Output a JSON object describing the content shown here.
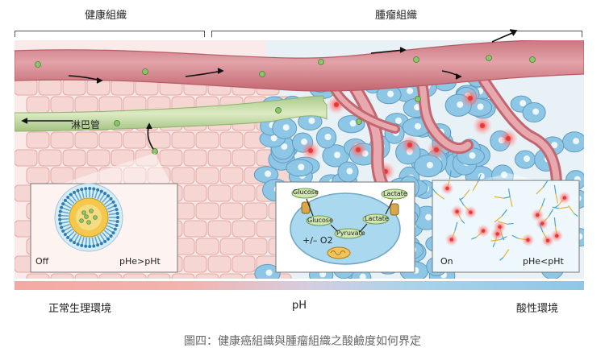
{
  "labels": {
    "normal_tissue": "健康組織",
    "tumor_tissue": "腫瘤組織",
    "lymph_vessel": "淋巴管",
    "left_env": "正常生理環境",
    "middle_axis": "pH",
    "right_env": "酸性環境",
    "caption": "圖四：健康癌組織與腫瘤組織之酸鹼度如何界定"
  },
  "micelle_box": {
    "state": "Off",
    "condition": "pHe>pHt"
  },
  "cell_box": {
    "glucose_in": "Glucose",
    "glucose": "Glucose",
    "pyruvate": "Pyruvate",
    "lactate": "Lactate",
    "lactate_out": "Lactate",
    "oxygen": "+/– O2"
  },
  "release_box": {
    "state": "On",
    "condition": "pHe<pHt"
  },
  "colors": {
    "vessel": "#d98a91",
    "lymph": "#c9dfa8",
    "normal_cell": "#f6d6d3",
    "tumor_cell": "#8ec7e6",
    "hotspot": "#e53935"
  },
  "icons": [
    "arrow-icon",
    "micelle-icon",
    "mitochondria-icon",
    "transporter-icon"
  ]
}
